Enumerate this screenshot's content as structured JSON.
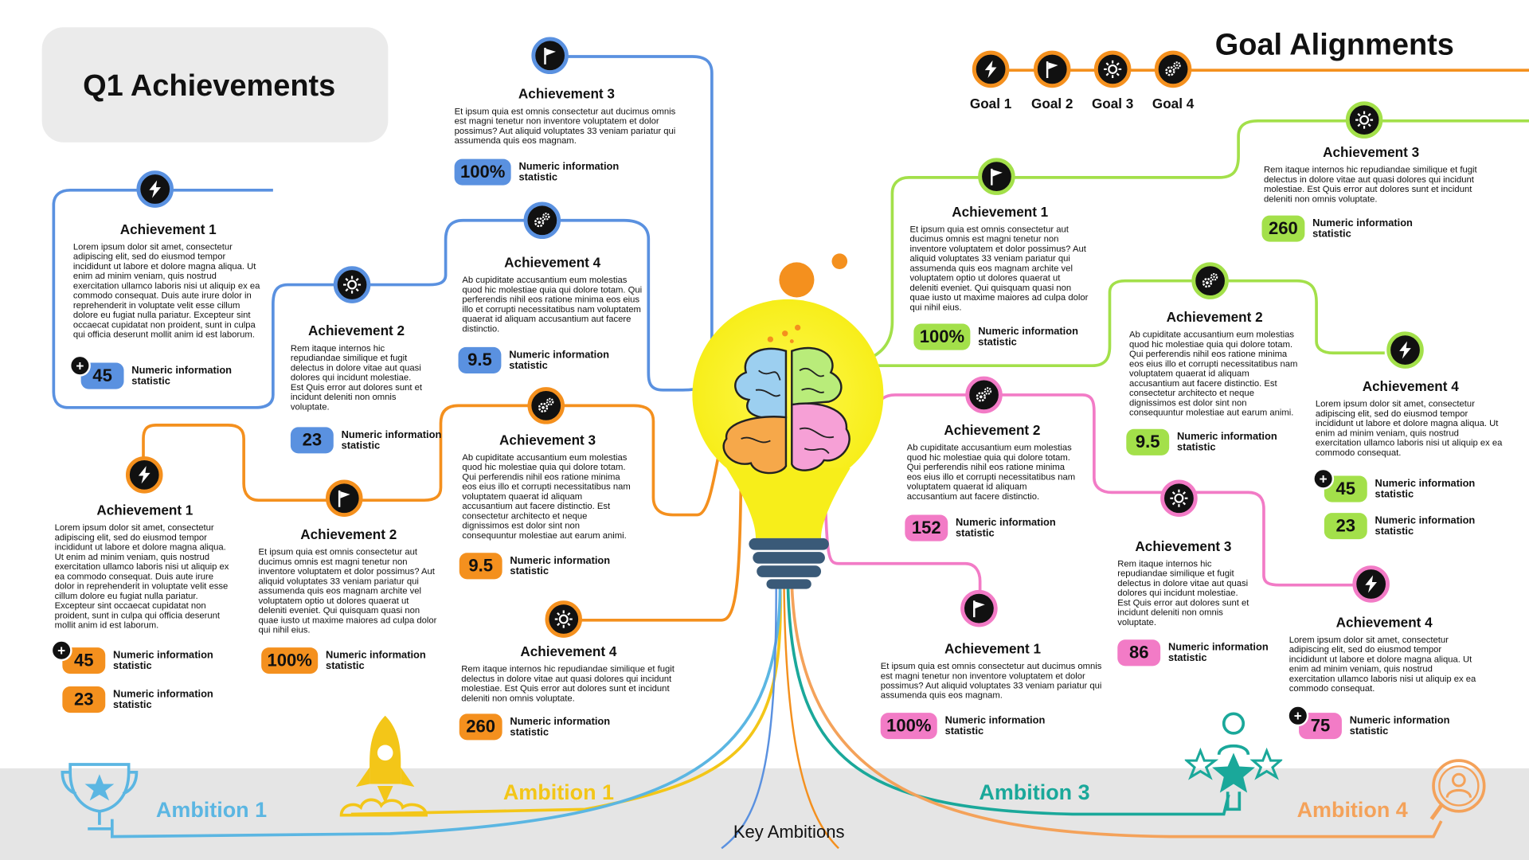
{
  "title": "Q1 Achievements",
  "goals": {
    "title": "Goal Alignments",
    "items": [
      {
        "label": "Goal 1",
        "icon": "lightning-icon"
      },
      {
        "label": "Goal 2",
        "icon": "flag-icon"
      },
      {
        "label": "Goal 3",
        "icon": "sun-icon"
      },
      {
        "label": "Goal 4",
        "icon": "gears-icon"
      }
    ]
  },
  "colors": {
    "blue": "#5a91e0",
    "orange": "#f4901e",
    "green": "#a3e04a",
    "pink": "#f27bc6",
    "teal": "#1aa89a",
    "yellow": "#f3c618",
    "ambition1": "#5bb6e2",
    "ambition2": "#f3c618",
    "ambition3": "#1aa89a",
    "ambition4": "#f4a25a"
  },
  "stat_label": "Numeric information statistic",
  "text": {
    "lorem": "Lorem ipsum dolor sit amet, consectetur adipiscing elit, sed do eiusmod tempor incididunt ut labore et dolore magna aliqua. Ut enim ad minim veniam, quis nostrud exercitation ullamco laboris nisi ut aliquip ex ea commodo consequat. Duis aute irure dolor in reprehenderit in voluptate velit esse cillum dolore eu fugiat nulla pariatur. Excepteur sint occaecat cupidatat non proident, sunt in culpa qui officia deserunt mollit anim id est laborum.",
    "lorem_short": "Lorem ipsum dolor sit amet, consectetur adipiscing elit, sed do eiusmod tempor incididunt ut labore et dolore magna aliqua. Ut enim ad minim veniam, quis nostrud exercitation ullamco laboris nisi ut aliquip ex ea commodo consequat.",
    "et_ipsum": "Et ipsum quia est omnis consectetur aut ducimus omnis est magni tenetur non inventore voluptatem et dolor possimus? Aut aliquid voluptates 33 veniam pariatur qui assumenda quis eos magnam.",
    "et_ipsum_long": "Et ipsum quia est omnis consectetur aut ducimus omnis est magni tenetur non inventore voluptatem et dolor possimus? Aut aliquid voluptates 33 veniam pariatur qui assumenda quis eos magnam archite vel voluptatem optio ut dolores quaerat ut deleniti eveniet. Qui quisquam quasi non quae iusto ut maxime maiores ad culpa dolor qui nihil eius.",
    "ab_cup": "Ab cupiditate accusantium eum molestias quod hic molestiae quia qui dolore totam. Qui perferendis nihil eos ratione minima eos eius illo et corrupti necessitatibus nam voluptatem quaerat id aliquam accusantium aut facere distinctio.",
    "ab_cup_long": "Ab cupiditate accusantium eum molestias quod hic molestiae quia qui dolore totam. Qui perferendis nihil eos ratione minima eos eius illo et corrupti necessitatibus nam voluptatem quaerat id aliquam accusantium aut facere distinctio. Est consectetur architecto et neque dignissimos est dolor sint non consequuntur molestiae aut earum animi.",
    "rem": "Rem itaque internos hic repudiandae similique et fugit delectus in dolore vitae aut quasi dolores qui incidunt molestiae. Est Quis error aut dolores sunt et incidunt deleniti non omnis voluptate.",
    "rem_long": "Rem itaque internos hic repudiandae similique et fugit delectus in dolore vitae aut quasi dolores qui incidunt molestiae. Est Quis error aut dolores sunt et incidunt deleniti non omnis voluptate."
  },
  "achievements": [
    {
      "id": "b1",
      "color": "blue",
      "icon": "lightning-icon",
      "title": "Achievement 1",
      "text_key": "lorem",
      "stats": [
        {
          "value": "45",
          "plus": true
        }
      ]
    },
    {
      "id": "b2",
      "color": "blue",
      "icon": "sun-icon",
      "title": "Achievement 2",
      "text_key": "rem",
      "stats": [
        {
          "value": "23",
          "plus": false
        }
      ]
    },
    {
      "id": "b3",
      "color": "blue",
      "icon": "flag-icon",
      "title": "Achievement 3",
      "text_key": "et_ipsum",
      "stats": [
        {
          "value": "100%",
          "plus": false
        }
      ]
    },
    {
      "id": "b4",
      "color": "blue",
      "icon": "gears-icon",
      "title": "Achievement 4",
      "text_key": "ab_cup",
      "stats": [
        {
          "value": "9.5",
          "plus": false
        }
      ]
    },
    {
      "id": "o1",
      "color": "orange",
      "icon": "lightning-icon",
      "title": "Achievement 1",
      "text_key": "lorem",
      "stats": [
        {
          "value": "45",
          "plus": true
        },
        {
          "value": "23",
          "plus": false
        }
      ]
    },
    {
      "id": "o2",
      "color": "orange",
      "icon": "flag-icon",
      "title": "Achievement 2",
      "text_key": "et_ipsum_long",
      "stats": [
        {
          "value": "100%",
          "plus": false
        }
      ]
    },
    {
      "id": "o3",
      "color": "orange",
      "icon": "gears-icon",
      "title": "Achievement 3",
      "text_key": "ab_cup_long",
      "stats": [
        {
          "value": "9.5",
          "plus": false
        }
      ]
    },
    {
      "id": "o4",
      "color": "orange",
      "icon": "sun-icon",
      "title": "Achievement 4",
      "text_key": "rem_long",
      "stats": [
        {
          "value": "260",
          "plus": false
        }
      ]
    },
    {
      "id": "g1",
      "color": "green",
      "icon": "flag-icon",
      "title": "Achievement 1",
      "text_key": "et_ipsum_long",
      "stats": [
        {
          "value": "100%",
          "plus": false
        }
      ]
    },
    {
      "id": "g2",
      "color": "green",
      "icon": "gears-icon",
      "title": "Achievement 2",
      "text_key": "ab_cup_long",
      "stats": [
        {
          "value": "9.5",
          "plus": false
        }
      ]
    },
    {
      "id": "g3",
      "color": "green",
      "icon": "sun-icon",
      "title": "Achievement 3",
      "text_key": "rem",
      "stats": [
        {
          "value": "260",
          "plus": false
        }
      ]
    },
    {
      "id": "g4",
      "color": "green",
      "icon": "lightning-icon",
      "title": "Achievement 4",
      "text_key": "lorem_short",
      "stats": [
        {
          "value": "45",
          "plus": true
        },
        {
          "value": "23",
          "plus": false
        }
      ]
    },
    {
      "id": "p1",
      "color": "pink",
      "icon": "flag-icon",
      "title": "Achievement 1",
      "text_key": "et_ipsum",
      "stats": [
        {
          "value": "100%",
          "plus": false
        }
      ]
    },
    {
      "id": "p2",
      "color": "pink",
      "icon": "gears-icon",
      "title": "Achievement 2",
      "text_key": "ab_cup",
      "stats": [
        {
          "value": "152",
          "plus": false
        }
      ]
    },
    {
      "id": "p3",
      "color": "pink",
      "icon": "sun-icon",
      "title": "Achievement 3",
      "text_key": "rem",
      "stats": [
        {
          "value": "86",
          "plus": false
        }
      ]
    },
    {
      "id": "p4",
      "color": "pink",
      "icon": "lightning-icon",
      "title": "Achievement 4",
      "text_key": "lorem_short",
      "stats": [
        {
          "value": "75",
          "plus": true
        }
      ]
    }
  ],
  "ambitions": [
    {
      "label": "Ambition 1",
      "icon": "trophy-icon"
    },
    {
      "label": "Ambition 1",
      "icon": "rocket-icon"
    },
    {
      "label": "Ambition 3",
      "icon": "user-stars-icon"
    },
    {
      "label": "Ambition 4",
      "icon": "user-search-icon"
    }
  ],
  "key_ambitions": "Key Ambitions"
}
